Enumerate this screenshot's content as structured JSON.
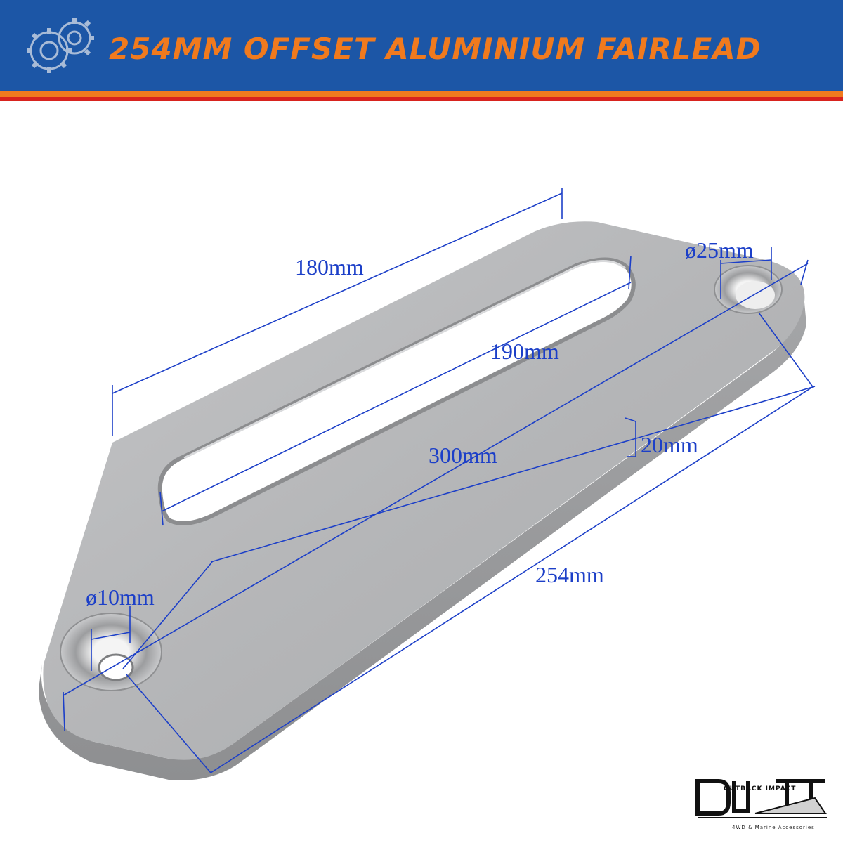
{
  "header": {
    "title": "254MM OFFSET ALUMINIUM FAIRLEAD",
    "logo_icon": "gear-cog-icon",
    "banner_color": "#1c56a6",
    "title_color": "#f07a1e",
    "stripe_colors": [
      "#f07a1e",
      "#d8231e"
    ]
  },
  "product": {
    "image": "aluminium-fairlead-plate",
    "color": "#b3b4b6",
    "dimension_line_color": "#1c3fc8"
  },
  "dimensions": {
    "top_edge": "180mm",
    "slot_length": "190mm",
    "hole_span": "300mm",
    "thickness": "20mm",
    "bottom_edge": "254mm",
    "large_hole": "ø25mm",
    "small_hole": "ø10mm"
  },
  "brand": {
    "name": "OUTBACK IMPACT",
    "tagline": "4WD & Marine Accessories"
  }
}
